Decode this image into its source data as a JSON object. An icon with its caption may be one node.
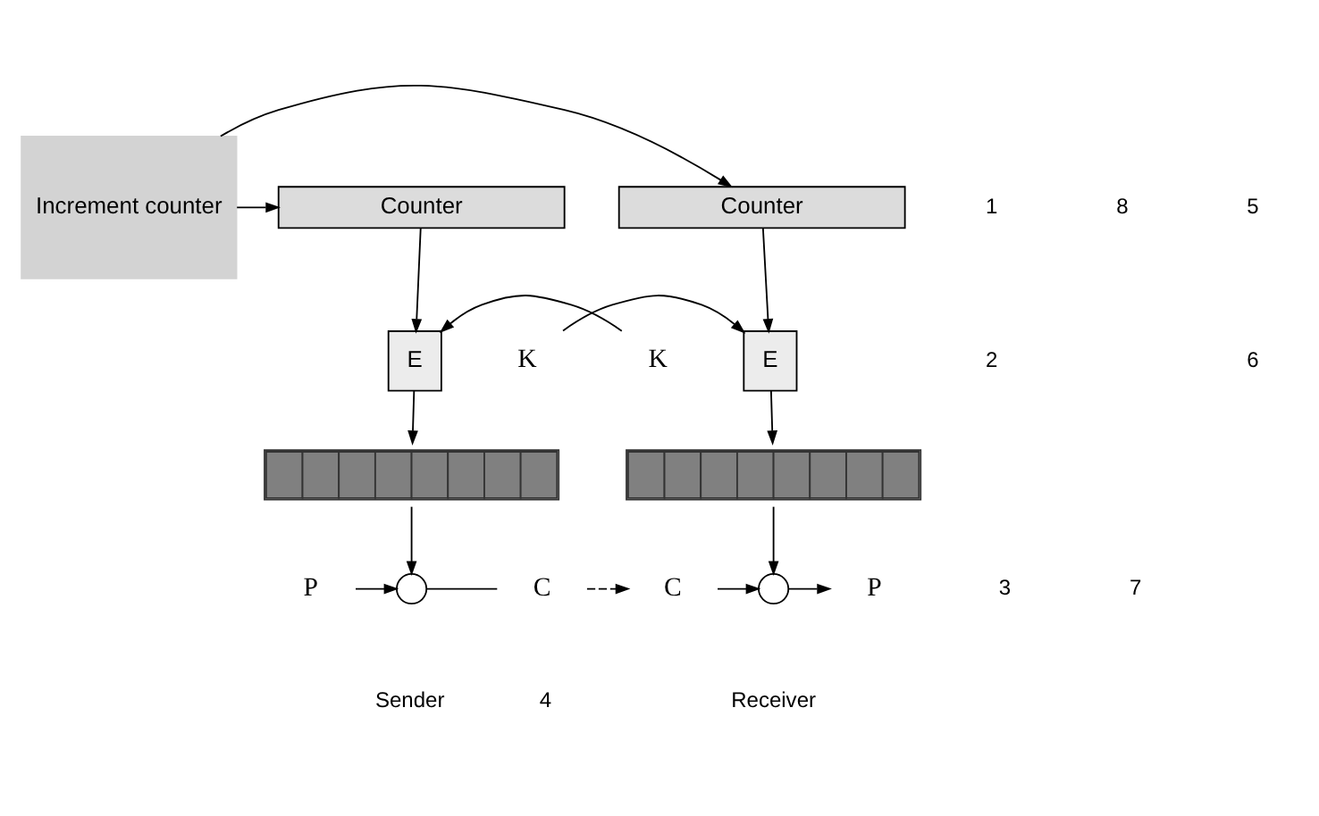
{
  "diagram": {
    "nodes": [
      {
        "text": [
          "Counter"
        ]
      },
      {
        "text": [
          "Increment counter"
        ]
      },
      {
        "text": [
          "Counter"
        ]
      },
      {
        "text": [
          "K"
        ]
      },
      {
        "text": [
          "E"
        ]
      },
      {
        "text": [
          "E"
        ]
      },
      {
        "text": [
          "K"
        ]
      },
      {
        "text": [],
        "shape": "bar"
      },
      {
        "text": [],
        "shape": "bar"
      },
      {
        "text": [
          "P"
        ]
      },
      {
        "text": [],
        "shape": "circle"
      },
      {
        "text": [
          "C"
        ]
      },
      {
        "text": [
          "C"
        ]
      },
      {
        "text": [],
        "shape": "circle"
      },
      {
        "text": [
          "P"
        ]
      }
    ],
    "edges": [
      {
        "from": 1,
        "to": 0,
        "arrow": "to"
      },
      {
        "from": 1,
        "to": 2,
        "arrow": "to"
      },
      {
        "from": 0,
        "to": 4,
        "arrow": "to"
      },
      {
        "from": 3,
        "to": 4,
        "arrow": "to"
      },
      {
        "from": 2,
        "to": 5,
        "arrow": "to"
      },
      {
        "from": 6,
        "to": 5,
        "arrow": "to"
      },
      {
        "from": 4,
        "to": 7,
        "arrow": "to"
      },
      {
        "from": 5,
        "to": 8,
        "arrow": "to"
      },
      {
        "from": 7,
        "to": 10,
        "arrow": "to"
      },
      {
        "from": 8,
        "to": 13,
        "arrow": "to"
      },
      {
        "from": 9,
        "to": 10,
        "arrow": "to"
      },
      {
        "from": 10,
        "to": 11,
        "arrow": "none"
      },
      {
        "from": 11,
        "to": 12,
        "arrow": "to",
        "style": "dashed"
      },
      {
        "from": 12,
        "to": 13,
        "arrow": "to"
      },
      {
        "from": 13,
        "to": 14,
        "arrow": "to"
      }
    ],
    "labels": [
      "1",
      "5",
      "8",
      "2",
      "6",
      "3",
      "7",
      "4",
      "Sender",
      "Receiver"
    ]
  }
}
